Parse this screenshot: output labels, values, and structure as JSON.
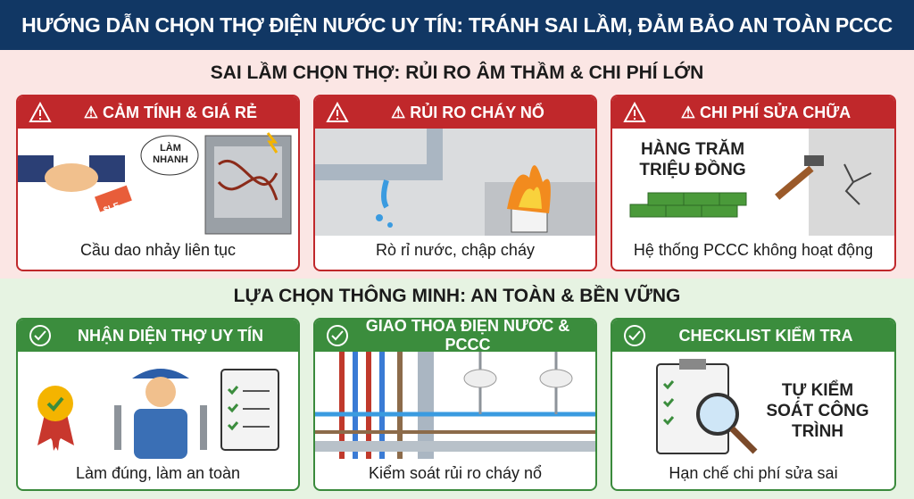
{
  "title": "HƯỚNG DẪN CHỌN THỢ ĐIỆN NƯỚC UY TÍN: TRÁNH SAI LẦM, ĐẢM BẢO AN TOÀN PCCC",
  "mistakes": {
    "title": "SAI LẦM CHỌN THỢ: RỦI RO ÂM THẦM & CHI PHÍ LỚN",
    "cards": [
      {
        "heading": "⚠ CẢM TÍNH & GIÁ RẺ",
        "bubble": "LÀM NHANH",
        "tag": "$LE",
        "caption": "Cầu dao nhảy liên tục",
        "icon": "warning-icon"
      },
      {
        "heading": "⚠ RỦI RO CHÁY NỔ",
        "caption": "Rò rỉ nước, chập cháy",
        "icon": "warning-icon"
      },
      {
        "heading": "⚠ CHI PHÍ SỬA CHỮA",
        "overlay": "HÀNG TRĂM TRIỆU ĐỒNG",
        "caption": "Hệ thống PCCC không hoạt động",
        "icon": "warning-icon"
      }
    ]
  },
  "choices": {
    "title": "LỰA CHỌN THÔNG MINH: AN TOÀN & BỀN VỮNG",
    "cards": [
      {
        "heading": "NHẬN DIỆN THỢ UY TÍN",
        "caption": "Làm đúng, làm an toàn",
        "icon": "check-circle-icon"
      },
      {
        "heading": "GIAO THOA ĐIỆN NƯỚC & PCCC",
        "caption": "Kiểm soát rủi ro cháy nổ",
        "icon": "check-circle-icon"
      },
      {
        "heading": "CHECKLIST KIỂM TRA",
        "overlay": "TỰ KIỂM SOÁT CÔNG TRÌNH",
        "caption": "Hạn chế chi phí sửa sai",
        "icon": "check-circle-icon"
      }
    ]
  },
  "colors": {
    "navy": "#113764",
    "red": "#c0282b",
    "green": "#3b8d3d"
  }
}
